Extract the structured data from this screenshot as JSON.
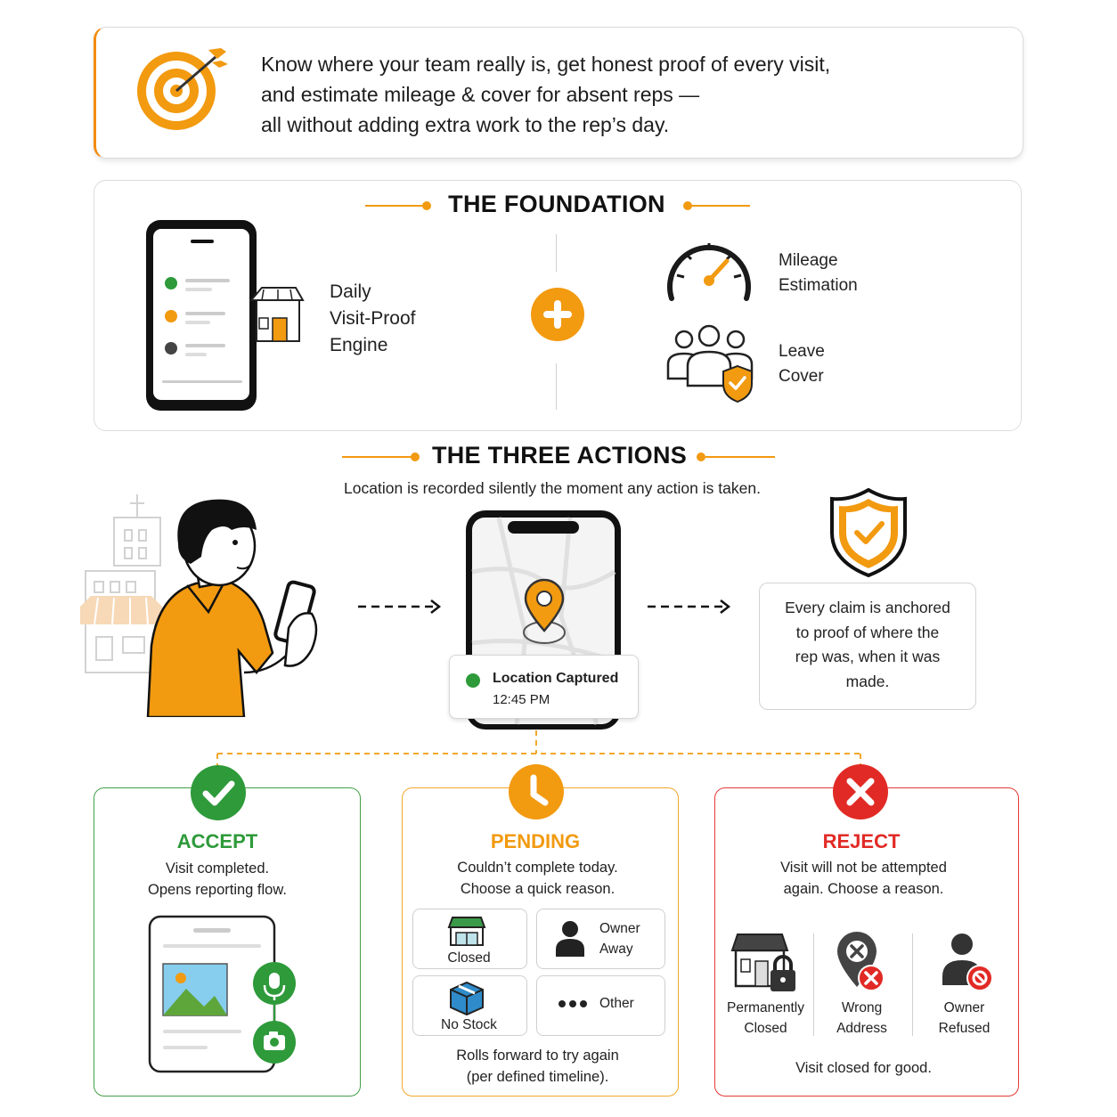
{
  "hero": {
    "line1": "Know where your team really is, get honest proof of every visit,",
    "line2": "and estimate mileage & cover for absent reps —",
    "line3": "all without adding extra work to the rep’s day."
  },
  "foundation": {
    "title": "THE FOUNDATION",
    "engine": [
      "Daily",
      "Visit-Proof",
      "Engine"
    ],
    "mileage": [
      "Mileage",
      "Estimation"
    ],
    "leave": [
      "Leave",
      "Cover"
    ]
  },
  "actions": {
    "title": "THE THREE ACTIONS",
    "subtitle": "Location is recorded silently the moment any action is taken.",
    "location_card": {
      "label": "Location Captured",
      "time": "12:45 PM"
    },
    "claim": [
      "Every claim is anchored",
      "to proof of where the",
      "rep was, when it was",
      "made."
    ]
  },
  "accept": {
    "title": "ACCEPT",
    "desc": [
      "Visit completed.",
      "Opens reporting flow."
    ]
  },
  "pending": {
    "title": "PENDING",
    "desc": [
      "Couldn’t complete today.",
      "Choose a quick reason."
    ],
    "reasons": {
      "closed": "Closed",
      "owner_away": [
        "Owner",
        "Away"
      ],
      "no_stock": "No Stock",
      "other": "Other"
    },
    "footer": [
      "Rolls forward to try again",
      "(per defined timeline)."
    ]
  },
  "reject": {
    "title": "REJECT",
    "desc": [
      "Visit will not be attempted",
      "again. Choose a reason."
    ],
    "reasons": {
      "perm": [
        "Permanently",
        "Closed"
      ],
      "wrong": [
        "Wrong",
        "Address"
      ],
      "refused": [
        "Owner",
        "Refused"
      ]
    },
    "footer": "Visit closed for good."
  },
  "colors": {
    "accent": "#f28c0f",
    "accept": "#2e9a3a",
    "pending": "#f29a10",
    "reject": "#e12a25"
  }
}
